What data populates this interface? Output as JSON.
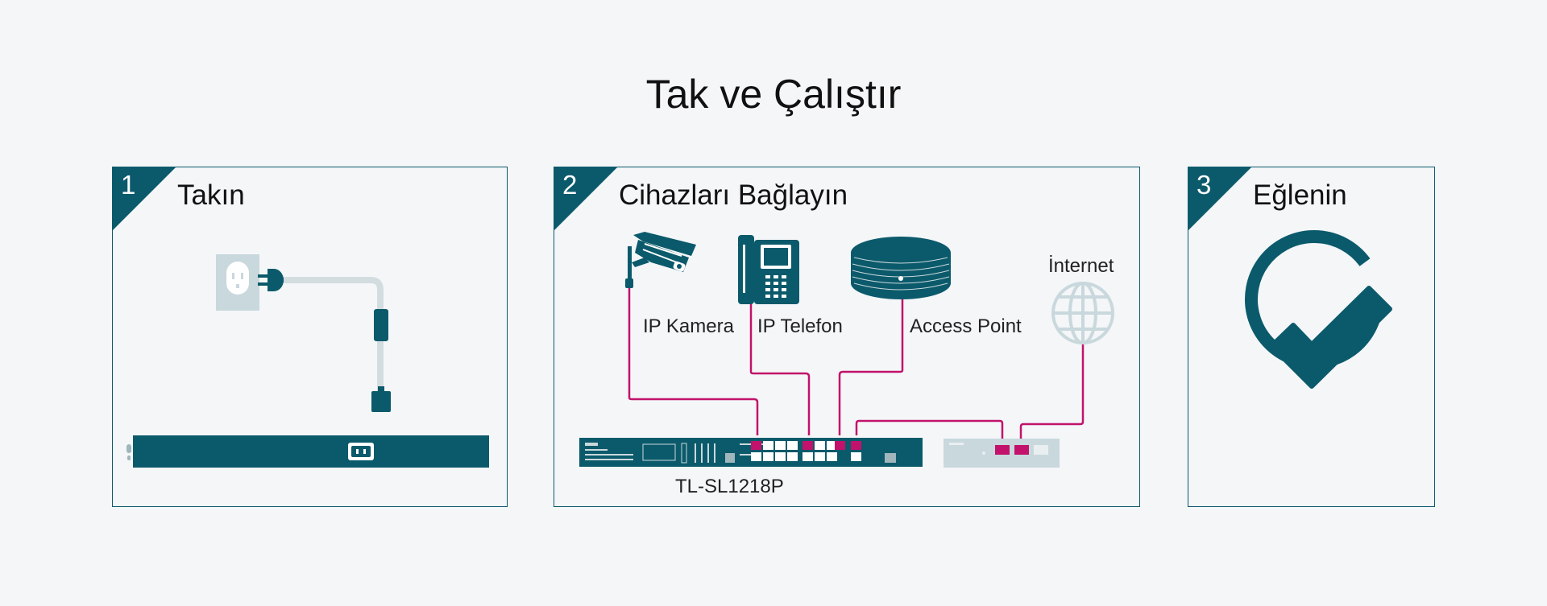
{
  "title": "Tak ve Çalıştır",
  "steps": [
    {
      "number": "1",
      "heading": "Takın"
    },
    {
      "number": "2",
      "heading": "Cihazları Bağlayın"
    },
    {
      "number": "3",
      "heading": "Eğlenin"
    }
  ],
  "devices": {
    "camera": "IP Kamera",
    "phone": "IP Telefon",
    "access_point": "Access Point",
    "internet": "İnternet",
    "switch_model": "TL-SL1218P"
  },
  "colors": {
    "teal": "#0b5a6b",
    "magenta": "#c2126b",
    "light_gray": "#c9d8dc",
    "background": "#f4f6f8"
  }
}
